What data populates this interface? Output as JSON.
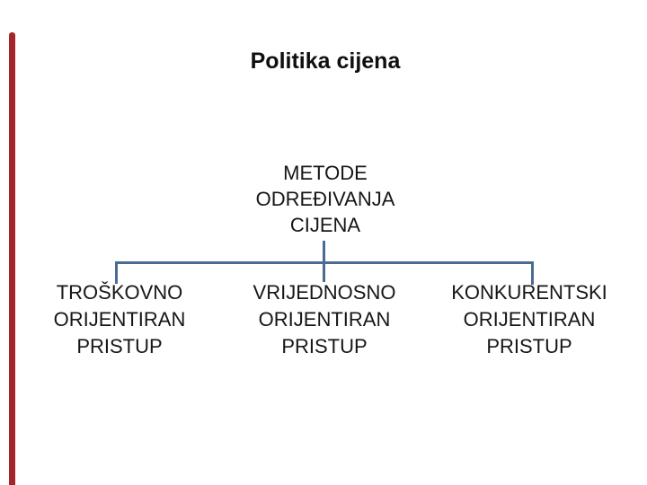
{
  "slide": {
    "title": "Politika cijena",
    "colors": {
      "background": "#ffffff",
      "accent_bar": "#a4262c",
      "connector": "#4a6b94",
      "text": "#161616"
    },
    "diagram": {
      "root_node": {
        "lines": [
          "METODE",
          "ODREĐIVANJA",
          "CIJENA"
        ]
      },
      "children": [
        {
          "lines": [
            "TROŠKOVNO",
            "ORIJENTIRAN",
            "PRISTUP"
          ]
        },
        {
          "lines": [
            "VRIJEDNOSNO",
            "ORIJENTIRAN",
            "PRISTUP"
          ]
        },
        {
          "lines": [
            "KONKURENTSKI",
            "ORIJENTIRAN",
            "PRISTUP"
          ]
        }
      ]
    }
  }
}
